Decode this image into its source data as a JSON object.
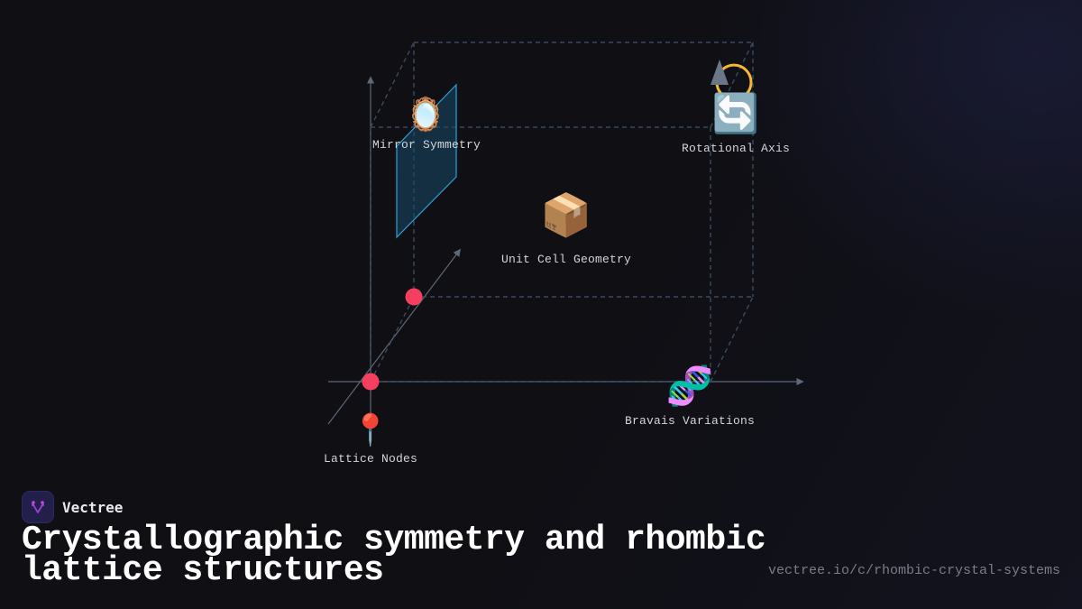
{
  "diagram": {
    "title": "Rhombic crystal lattice cube",
    "colors": {
      "background": "#0f0f14",
      "cube_edges": "#3a4a5e",
      "axes": "#5d6878",
      "mirror_plane_fill": "#1a3a52",
      "mirror_plane_stroke": "#2aa0d8",
      "node": "#f43f5e",
      "rotation_arc": "#f5b82e",
      "rotation_arrow": "#6b7689"
    },
    "nodes": [
      {
        "id": "mirror",
        "emoji": "🪞",
        "icon": "mirror-icon",
        "label": "Mirror Symmetry"
      },
      {
        "id": "rotation",
        "emoji": "🔄",
        "icon": "rotate-arrows-icon",
        "label": "Rotational Axis"
      },
      {
        "id": "unit_cell",
        "emoji": "📦",
        "icon": "package-box-icon",
        "label": "Unit Cell Geometry"
      },
      {
        "id": "lattice",
        "emoji": "📍",
        "icon": "pushpin-icon",
        "label": "Lattice Nodes"
      },
      {
        "id": "bravais",
        "emoji": "🧬",
        "icon": "dna-icon",
        "label": "Bravais Variations"
      }
    ]
  },
  "footer": {
    "brand": "Vectree",
    "title": "Crystallographic symmetry and rhombic lattice structures",
    "url": "vectree.io/c/rhombic-crystal-systems"
  }
}
